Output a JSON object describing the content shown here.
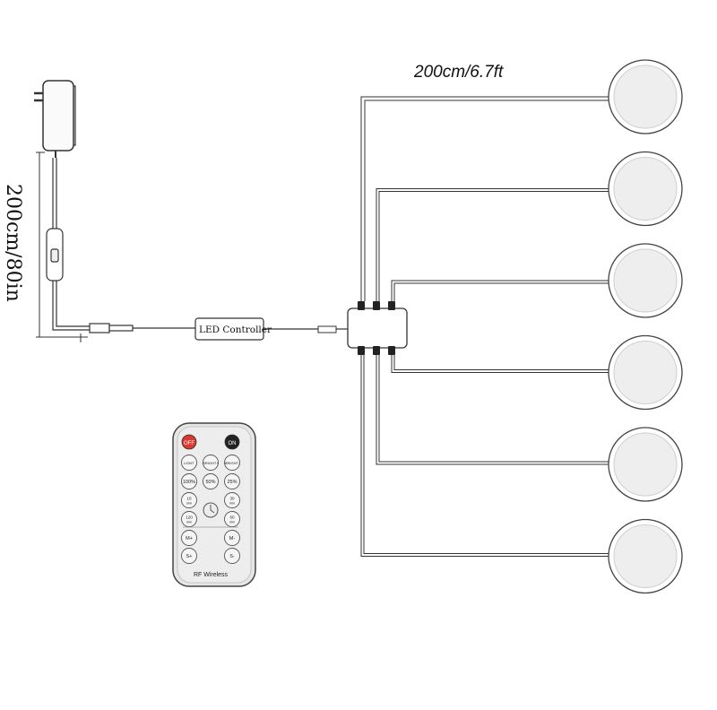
{
  "labels": {
    "cable_length_top": "200cm/6.7ft",
    "cable_length_side": "200cm/80in",
    "controller": "LED Controller"
  },
  "remote": {
    "power_off": "OFF",
    "power_on": "ON",
    "buttons": [
      [
        "LIGHT",
        "BRIGHT+",
        "BRIGHT-"
      ],
      [
        "100%",
        "50%",
        "25%"
      ],
      [
        "10 min",
        "",
        "30 min"
      ],
      [
        "120 min",
        "",
        "60 min"
      ],
      [
        "M+",
        "",
        "M-"
      ],
      [
        "S+",
        "",
        "S-"
      ]
    ],
    "footer": "RF Wireless"
  },
  "lights": {
    "count": 6
  },
  "colors": {
    "line": "#333333",
    "off_button": "#d9392e",
    "on_button": "#222222",
    "remote_body": "#e6e6e6",
    "light_face": "#eeeeee"
  }
}
